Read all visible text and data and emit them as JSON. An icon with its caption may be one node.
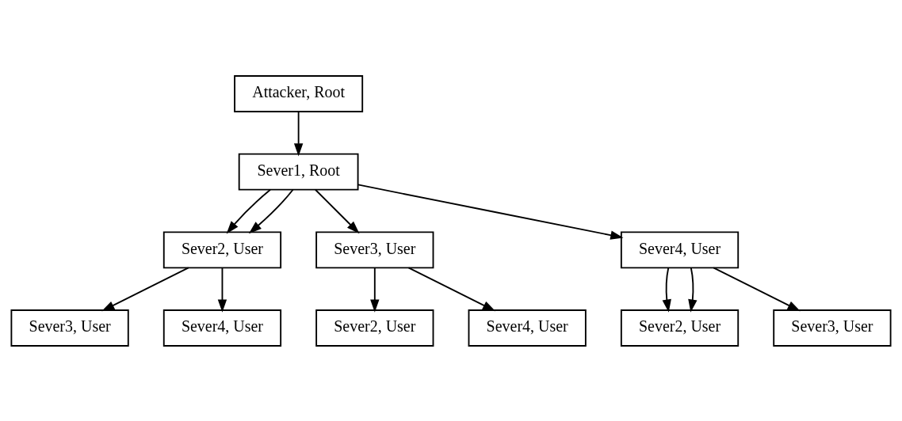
{
  "diagram": {
    "nodes": [
      {
        "text": [
          "Attacker, Root"
        ]
      },
      {
        "text": [
          "Sever1, Root"
        ]
      },
      {
        "text": [
          "Sever2, User"
        ]
      },
      {
        "text": [
          "Sever3, User"
        ]
      },
      {
        "text": [
          "Sever4, User"
        ]
      },
      {
        "text": [
          "Sever3, User"
        ]
      },
      {
        "text": [
          "Sever4, User"
        ]
      },
      {
        "text": [
          "Sever2, User"
        ]
      },
      {
        "text": [
          "Sever4, User"
        ]
      },
      {
        "text": [
          "Sever2, User"
        ]
      },
      {
        "text": [
          "Sever3, User"
        ]
      }
    ],
    "edges": [
      {
        "from": 0,
        "to": 1,
        "arrow": "to"
      },
      {
        "from": 1,
        "to": 2,
        "arrow": "to"
      },
      {
        "from": 1,
        "to": 2,
        "arrow": "to"
      },
      {
        "from": 1,
        "to": 3,
        "arrow": "to"
      },
      {
        "from": 1,
        "to": 4,
        "arrow": "to"
      },
      {
        "from": 2,
        "to": 5,
        "arrow": "to"
      },
      {
        "from": 2,
        "to": 6,
        "arrow": "to"
      },
      {
        "from": 3,
        "to": 7,
        "arrow": "to"
      },
      {
        "from": 3,
        "to": 8,
        "arrow": "to"
      },
      {
        "from": 4,
        "to": 9,
        "arrow": "to"
      },
      {
        "from": 4,
        "to": 9,
        "arrow": "to"
      },
      {
        "from": 4,
        "to": 10,
        "arrow": "to"
      }
    ]
  }
}
